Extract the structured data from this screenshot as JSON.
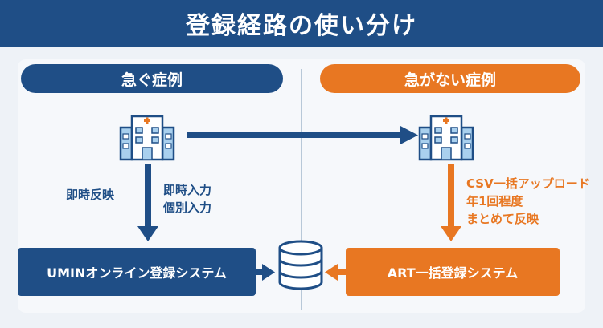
{
  "header": {
    "title": "登録経路の使い分け"
  },
  "left": {
    "pill_label": "急ぐ症例",
    "side_label": "即時反映",
    "arrow_label_1": "即時入力",
    "arrow_label_2": "個別入力",
    "system_label": "UMINオンライン登録システム"
  },
  "right": {
    "pill_label": "急がない症例",
    "arrow_label_1": "CSV一括アップロード",
    "arrow_label_2": "年1回程度",
    "arrow_label_3": "まとめて反映",
    "system_label": "ART一括登録システム"
  },
  "icons": {
    "hospital": "hospital-icon",
    "database": "database-icon",
    "sparkle": "sparkle-icon"
  },
  "colors": {
    "primary_blue": "#1f4e86",
    "accent_orange": "#e87722",
    "icon_light_blue": "#a9d0ee"
  }
}
